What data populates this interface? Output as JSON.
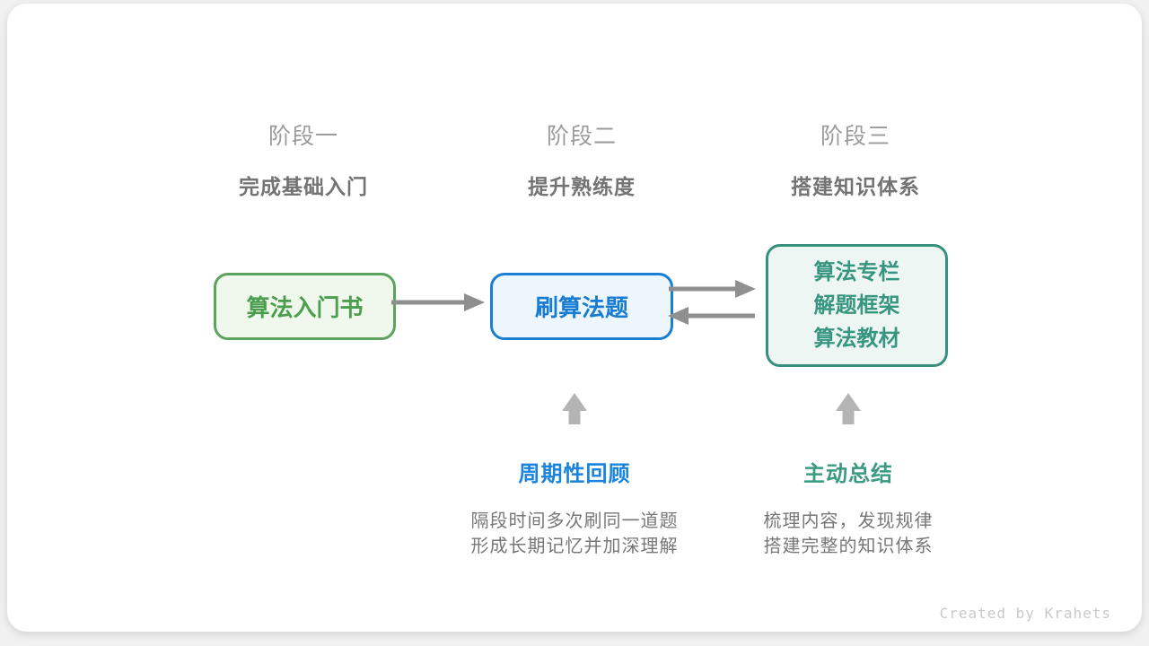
{
  "diagram": {
    "stages": [
      {
        "label": "阶段一",
        "subtitle": "完成基础入门"
      },
      {
        "label": "阶段二",
        "subtitle": "提升熟练度"
      },
      {
        "label": "阶段三",
        "subtitle": "搭建知识体系"
      }
    ],
    "nodes": [
      {
        "title": "算法入门书"
      },
      {
        "title": "刷算法题"
      },
      {
        "lines": [
          "算法专栏",
          "解题框架",
          "算法教材"
        ]
      }
    ],
    "annotations": [
      {
        "title": "周期性回顾",
        "desc": [
          "隔段时间多次刷同一道题",
          "形成长期记忆并加深理解"
        ]
      },
      {
        "title": "主动总结",
        "desc": [
          "梳理内容，发现规律",
          "搭建完整的知识体系"
        ]
      }
    ],
    "credit": "Created by Krahets",
    "colors": {
      "node1_border": "#5da35e",
      "node1_bg": "#f0f8ee",
      "node1_text": "#4c9e4f",
      "node2_border": "#1a7fd2",
      "node2_bg": "#edf6fc",
      "node2_text": "#187cd3",
      "node3_border": "#37907e",
      "node3_bg": "#eef6f3",
      "node3_text": "#37967f",
      "flow_arrow": "#8f8f8f",
      "up_arrow": "#b4b4b4",
      "stage_label": "#9b9b9b",
      "stage_subtitle": "#737373",
      "annotation_blue": "#1a84dc",
      "annotation_teal": "#3a9a82",
      "desc_text": "#777777",
      "credit_text": "#c9c9c9"
    }
  }
}
